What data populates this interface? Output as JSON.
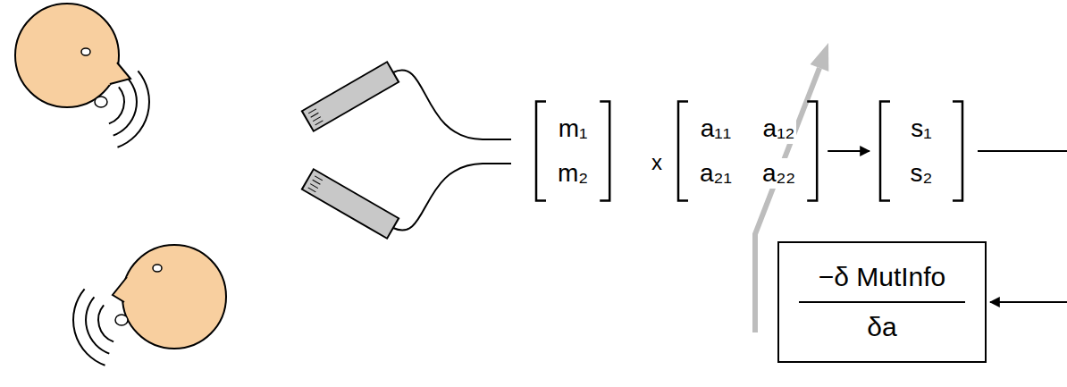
{
  "diagram": {
    "nodes": [
      {
        "text": [
          "m₁",
          "m₂"
        ]
      },
      {
        "text": [
          "a₁₁",
          "a₁₂",
          "a₂₁",
          "a₂₂"
        ]
      },
      {
        "text": [
          "s₁",
          "s₂"
        ]
      },
      {
        "text": [
          "−δ MutInfo",
          "δa"
        ]
      }
    ],
    "edges": [
      {
        "from": 1,
        "to": 2,
        "arrow": "to"
      }
    ],
    "labels": [
      "x"
    ]
  }
}
